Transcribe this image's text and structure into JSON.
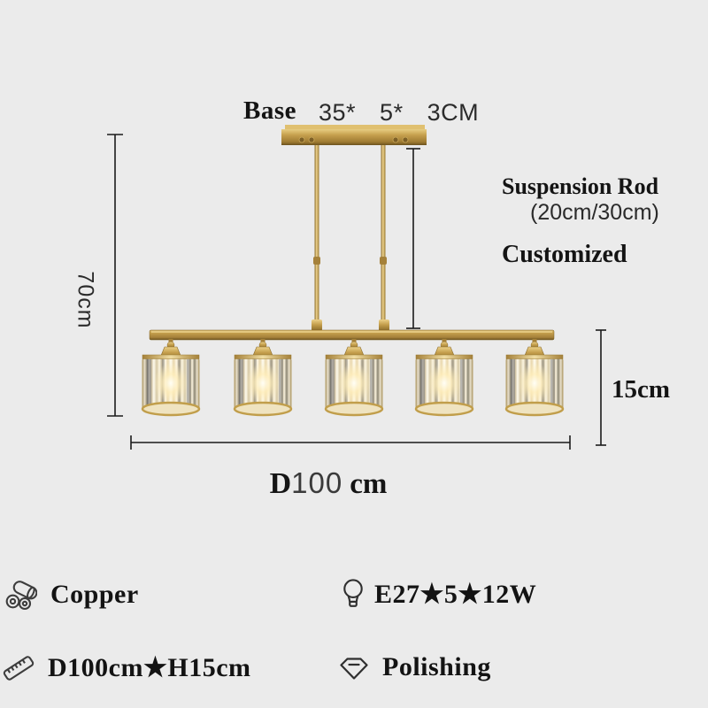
{
  "background": "#ebebeb",
  "colors": {
    "accent_gold": "#c49e4c",
    "gold_dark": "#8a6a28",
    "gold_light": "#ecd189",
    "dimension_line": "#1b1b1b",
    "text_dark": "#141414",
    "text_gray": "#2b2b2b"
  },
  "diagram": {
    "fixture_description": "5-light gold linear chandelier with crystal cylinder shades",
    "base_label": "Base",
    "base_dims": [
      "35*",
      "5*",
      "3CM"
    ],
    "drop_height": "70cm",
    "suspension": {
      "title": "Suspension Rod",
      "sizes": "(20cm/30cm)",
      "note": "Customized"
    },
    "shade_height": "15cm",
    "diameter": {
      "prefix": "D",
      "value": "100",
      "unit": "cm"
    }
  },
  "specs": [
    {
      "icon": "copper-pipes-icon",
      "label": "Copper"
    },
    {
      "icon": "light-bulb-icon",
      "label": "E27★5★12W"
    },
    {
      "icon": "ruler-icon",
      "label": "D100cm★H15cm"
    },
    {
      "icon": "diamond-icon",
      "label": "Polishing"
    }
  ]
}
